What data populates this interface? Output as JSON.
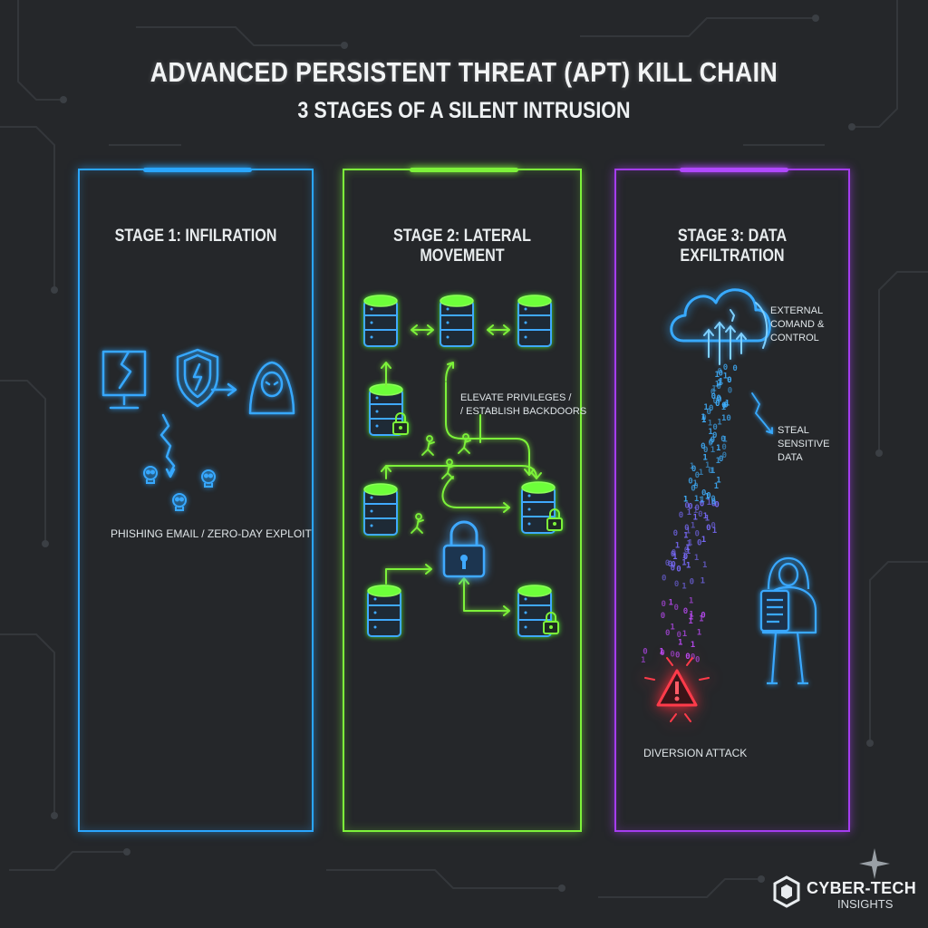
{
  "header": {
    "title": "ADVANCED PERSISTENT THREAT (APT) KILL CHAIN",
    "subtitle": "3 STAGES OF A SILENT INTRUSION"
  },
  "stages": [
    {
      "title": "STAGE 1: INFILRATION",
      "color": "#2aa6ff",
      "labels": {
        "vector": "PHISHING EMAIL / ZERO-DAY EXPLOIT"
      },
      "icons": [
        "hacked-monitor-icon",
        "shield-icon",
        "hooded-hacker-icon",
        "lightning-bolt-icon",
        "skull-icon"
      ]
    },
    {
      "title": "STAGE 2: LATERAL MOVEMENT",
      "color": "#7df23a",
      "labels": {
        "privileges_line1": "ELEVATE PRIVILEGES /",
        "privileges_line2": "/ ESTABLISH BACKDOORS"
      },
      "icons": [
        "database-server-icon",
        "padlock-icon",
        "running-figure-icon"
      ]
    },
    {
      "title": "STAGE 3: DATA EXFILTRATION",
      "color": "#a53df0",
      "labels": {
        "c2_line1": "EXTERNAL",
        "c2_line2": "COMAND &",
        "c2_line3": "CONTROL",
        "steal_line1": "STEAL",
        "steal_line2": "SENSITIVE",
        "steal_line3": "DATA",
        "diversion": "DIVERSION ATTACK"
      },
      "icons": [
        "cloud-icon",
        "binary-stream-icon",
        "hooded-hacker-icon",
        "warning-triangle-icon"
      ]
    }
  ],
  "brand": {
    "name": "CYBER-TECH",
    "sub": "INSIGHTS"
  }
}
